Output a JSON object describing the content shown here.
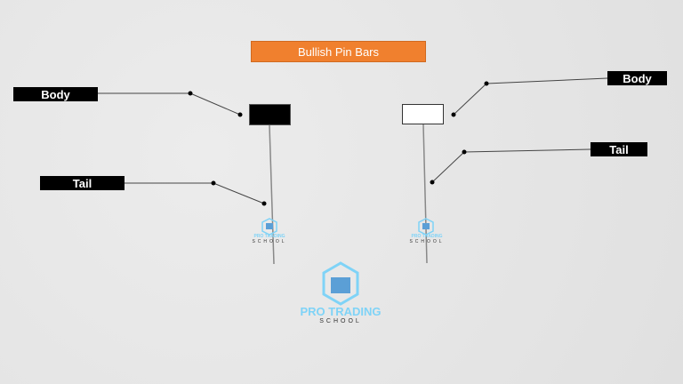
{
  "title": "Bullish Pin Bars",
  "labels": {
    "left_body": "Body",
    "left_tail": "Tail",
    "right_body": "Body",
    "right_tail": "Tail"
  },
  "logo": {
    "line1": "PRO TRADING",
    "line2": "SCHOOL"
  },
  "colors": {
    "title_bg": "#f0802e",
    "label_bg": "#000000",
    "logo": "#7fd3f7"
  }
}
